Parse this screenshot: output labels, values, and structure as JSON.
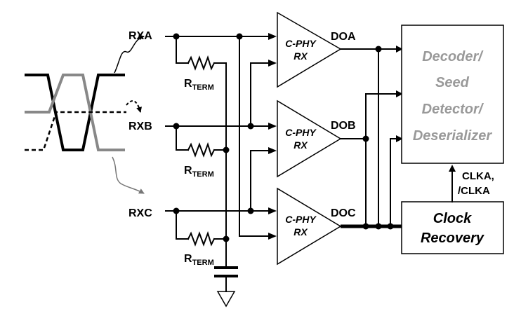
{
  "inputs": {
    "rxa": "RXA",
    "rxb": "RXB",
    "rxc": "RXC"
  },
  "resistor": {
    "main": "R",
    "sub": "TERM"
  },
  "receiver": {
    "line1": "C-PHY",
    "line2": "RX"
  },
  "outputs": {
    "doa": "DOA",
    "dob": "DOB",
    "doc": "DOC"
  },
  "decoder": {
    "lines": [
      "Decoder/",
      "Seed",
      "Detector/",
      "Deserializer"
    ]
  },
  "clock_recovery": {
    "lines": [
      "Clock",
      "Recovery"
    ]
  },
  "clock_out": {
    "line1": "CLKA,",
    "line2": "/CLKA"
  },
  "colors": {
    "wire": "#000000",
    "gray_signal": "#888888",
    "decoder_text": "#999999"
  }
}
